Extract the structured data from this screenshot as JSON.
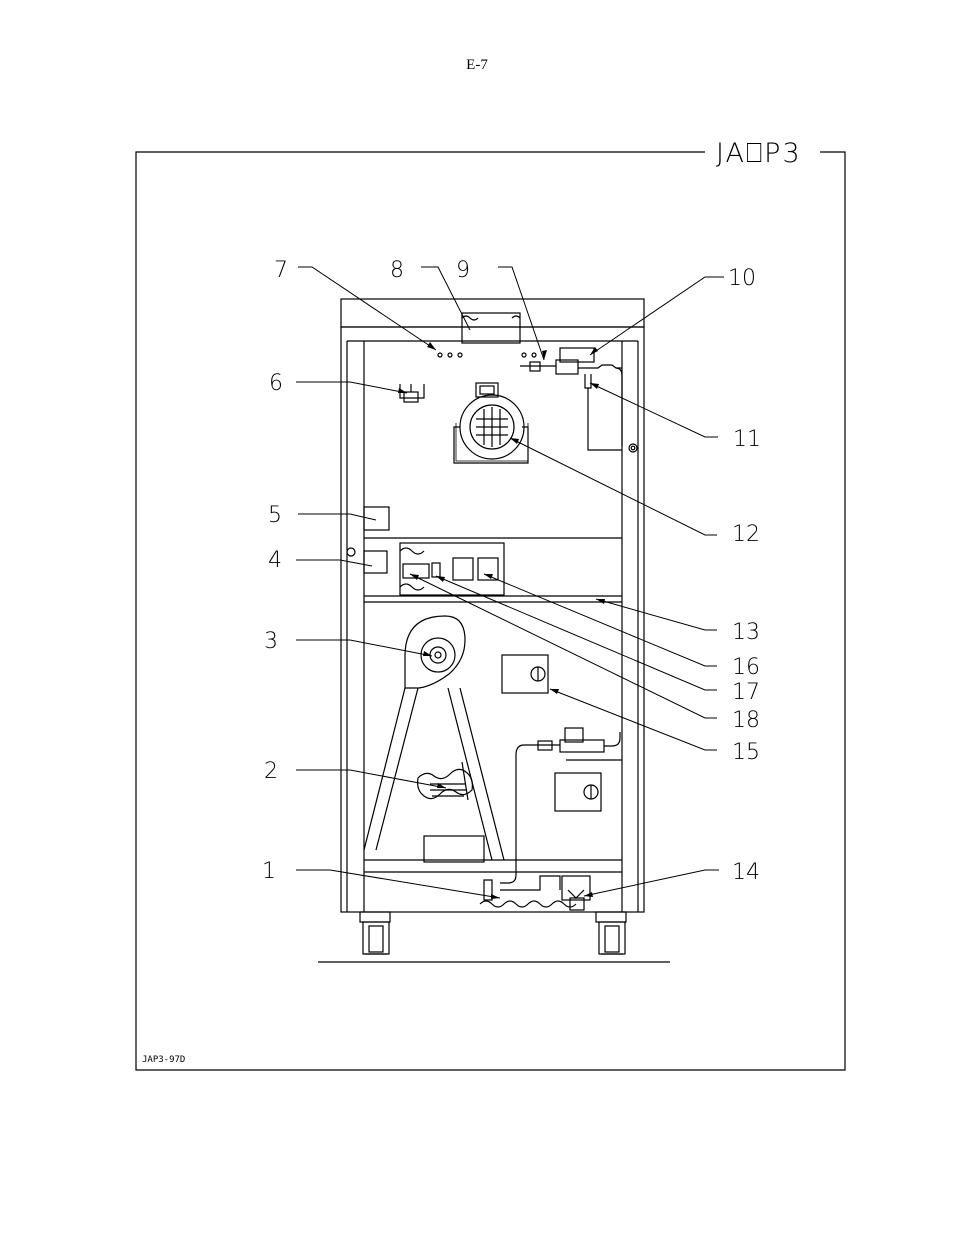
{
  "page_number": "E-7",
  "frame": {
    "title": "JA⎕P3",
    "drawing_code": "JAP3-97D"
  },
  "callouts": [
    {
      "id": "c1",
      "label": "1"
    },
    {
      "id": "c2",
      "label": "2"
    },
    {
      "id": "c3",
      "label": "3"
    },
    {
      "id": "c4",
      "label": "4"
    },
    {
      "id": "c5",
      "label": "5"
    },
    {
      "id": "c6",
      "label": "6"
    },
    {
      "id": "c7",
      "label": "7"
    },
    {
      "id": "c8",
      "label": "8"
    },
    {
      "id": "c9",
      "label": "9"
    },
    {
      "id": "c10",
      "label": "10"
    },
    {
      "id": "c11",
      "label": "11"
    },
    {
      "id": "c12",
      "label": "12"
    },
    {
      "id": "c13",
      "label": "13"
    },
    {
      "id": "c14",
      "label": "14"
    },
    {
      "id": "c15",
      "label": "15"
    },
    {
      "id": "c16",
      "label": "16"
    },
    {
      "id": "c17",
      "label": "17"
    },
    {
      "id": "c18",
      "label": "18"
    }
  ]
}
